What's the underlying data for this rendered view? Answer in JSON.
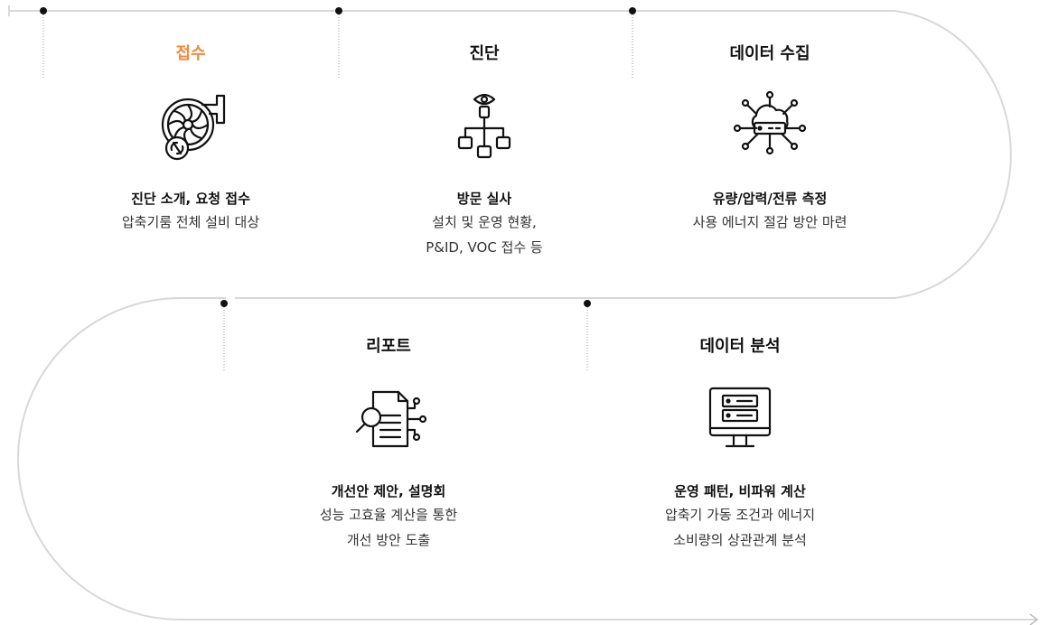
{
  "steps": [
    {
      "id": "receipt",
      "title": "접수",
      "icon": "turbo-compressor-wrench-icon",
      "headline": "진단 소개, 요청 접수",
      "desc": [
        "압축기룸 전체 설비 대상"
      ],
      "accent": true
    },
    {
      "id": "diagnosis",
      "title": "진단",
      "icon": "eye-hierarchy-icon",
      "headline": "방문 실사",
      "desc": [
        "설치 및 운영 현황,",
        "P&ID, VOC 접수 등"
      ],
      "accent": false
    },
    {
      "id": "data-collection",
      "title": "데이터 수집",
      "icon": "cloud-server-network-icon",
      "headline": "유량/압력/전류 측정",
      "desc": [
        "사용 에너지 절감 방안 마련"
      ],
      "accent": false
    },
    {
      "id": "report",
      "title": "리포트",
      "icon": "document-magnifier-icon",
      "headline": "개선안 제안, 설명회",
      "desc": [
        "성능 고효율 계산을 통한",
        "개선 방안 도출"
      ],
      "accent": false
    },
    {
      "id": "data-analysis",
      "title": "데이터 분석",
      "icon": "monitor-server-icon",
      "headline": "운영 패턴, 비파워 계산",
      "desc": [
        "압축기 가동 조건과 에너지",
        "소비량의 상관관계 분석"
      ],
      "accent": false
    }
  ],
  "colors": {
    "accent": "#f08a3c",
    "path": "#d8d8d8",
    "text": "#222222"
  }
}
